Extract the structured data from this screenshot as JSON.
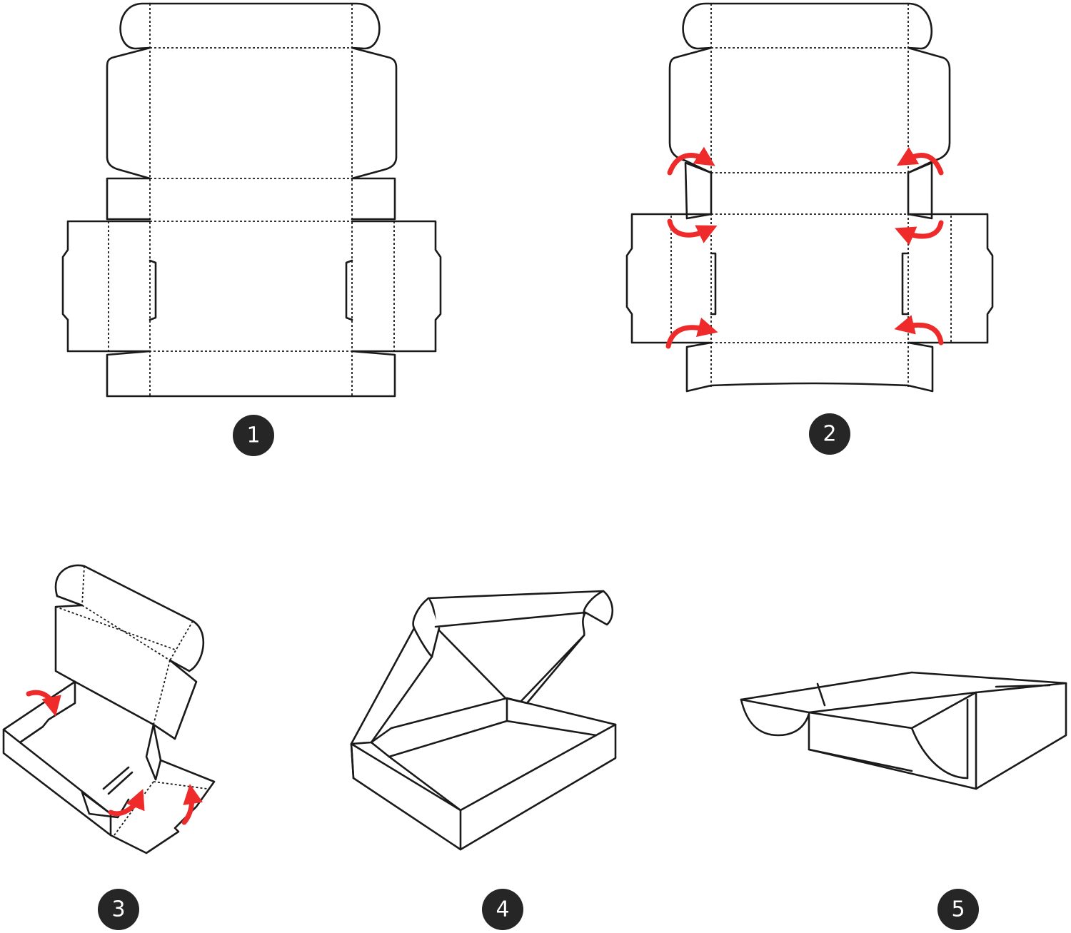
{
  "steps": [
    {
      "label": "1"
    },
    {
      "label": "2"
    },
    {
      "label": "3"
    },
    {
      "label": "4"
    },
    {
      "label": "5"
    }
  ],
  "colors": {
    "line": "#1a1a1a",
    "arrow": "#ee2a2a",
    "badge": "#262626",
    "badge_text": "#ffffff"
  }
}
